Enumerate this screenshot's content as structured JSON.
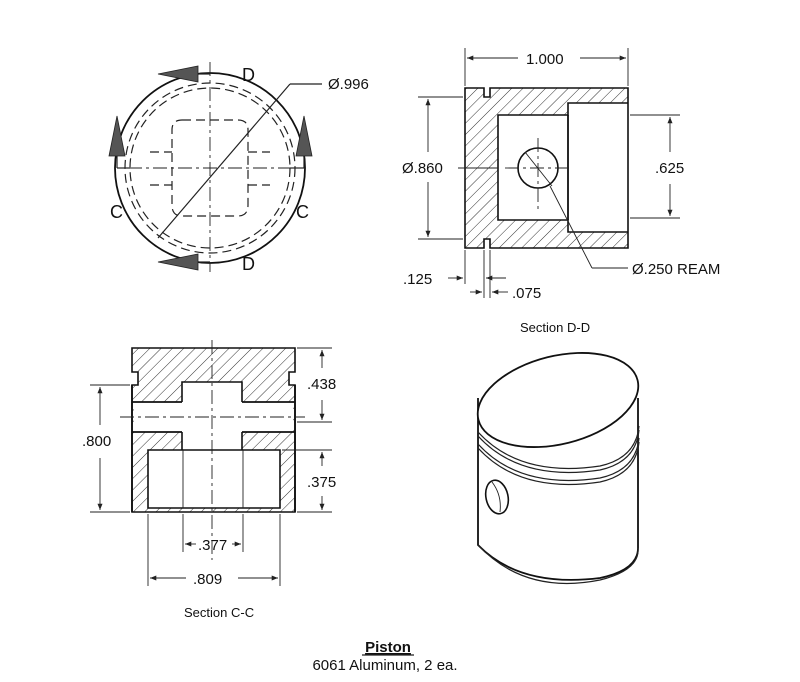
{
  "top_view": {
    "label_d_top": "D",
    "label_d_bottom": "D",
    "label_c_left": "C",
    "label_c_right": "C",
    "diameter_label": "Ø.996"
  },
  "section_dd": {
    "width_label": "1.000",
    "diameter_label": "Ø.860",
    "bore_label": ".625",
    "ream_label": "Ø.250 REAM",
    "groove_offset_label": ".125",
    "groove_width_label": ".075",
    "caption": "Section D-D"
  },
  "section_cc": {
    "height_label": ".800",
    "head_label": ".438",
    "skirt_label": ".375",
    "bore_label": ".377",
    "width_label": ".809",
    "caption": "Section C-C"
  },
  "title_block": {
    "title": "Piston",
    "subtitle": "6061 Aluminum, 2 ea."
  },
  "colors": {
    "ink": "#111111",
    "arrow_fill": "#555555",
    "paper": "#ffffff"
  }
}
